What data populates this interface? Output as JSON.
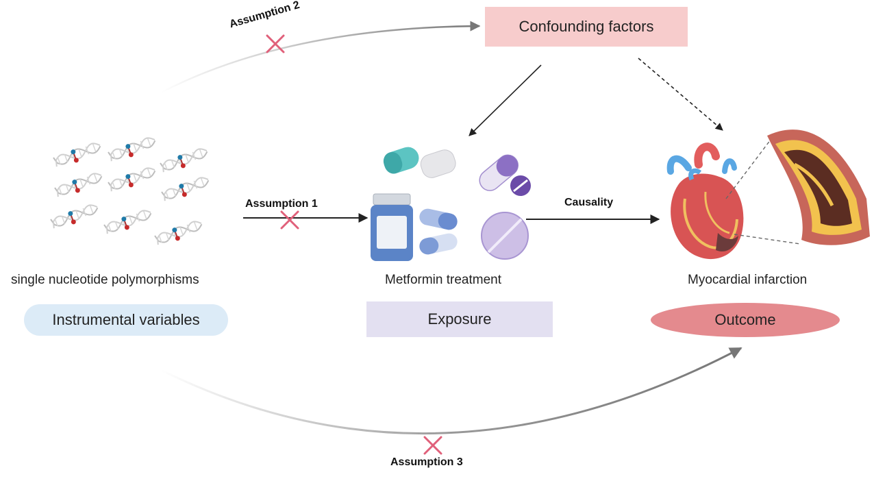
{
  "confounding": {
    "label": "Confounding factors",
    "color": "#f7cccc"
  },
  "instruments": {
    "caption": "single nucleotide polymorphisms",
    "label": "Instrumental variables",
    "color": "#dcebf7"
  },
  "exposure": {
    "caption": "Metformin treatment",
    "label": "Exposure",
    "color": "#e3e0f1"
  },
  "outcome": {
    "caption": "Myocardial infarction",
    "label": "Outcome",
    "color": "#e48a8e"
  },
  "edges": {
    "assumption1": "Assumption 1",
    "assumption2": "Assumption 2",
    "assumption3": "Assumption 3",
    "causality": "Causality"
  },
  "icons": {
    "dna": "dna-helix-icon",
    "pills": "pills-icon",
    "heart": "heart-icon",
    "artery": "artery-cross-section-icon",
    "violation": "red-cross-icon"
  },
  "colors": {
    "violation": "#e0607a",
    "arrow": "#222222",
    "curve": "#777777"
  }
}
